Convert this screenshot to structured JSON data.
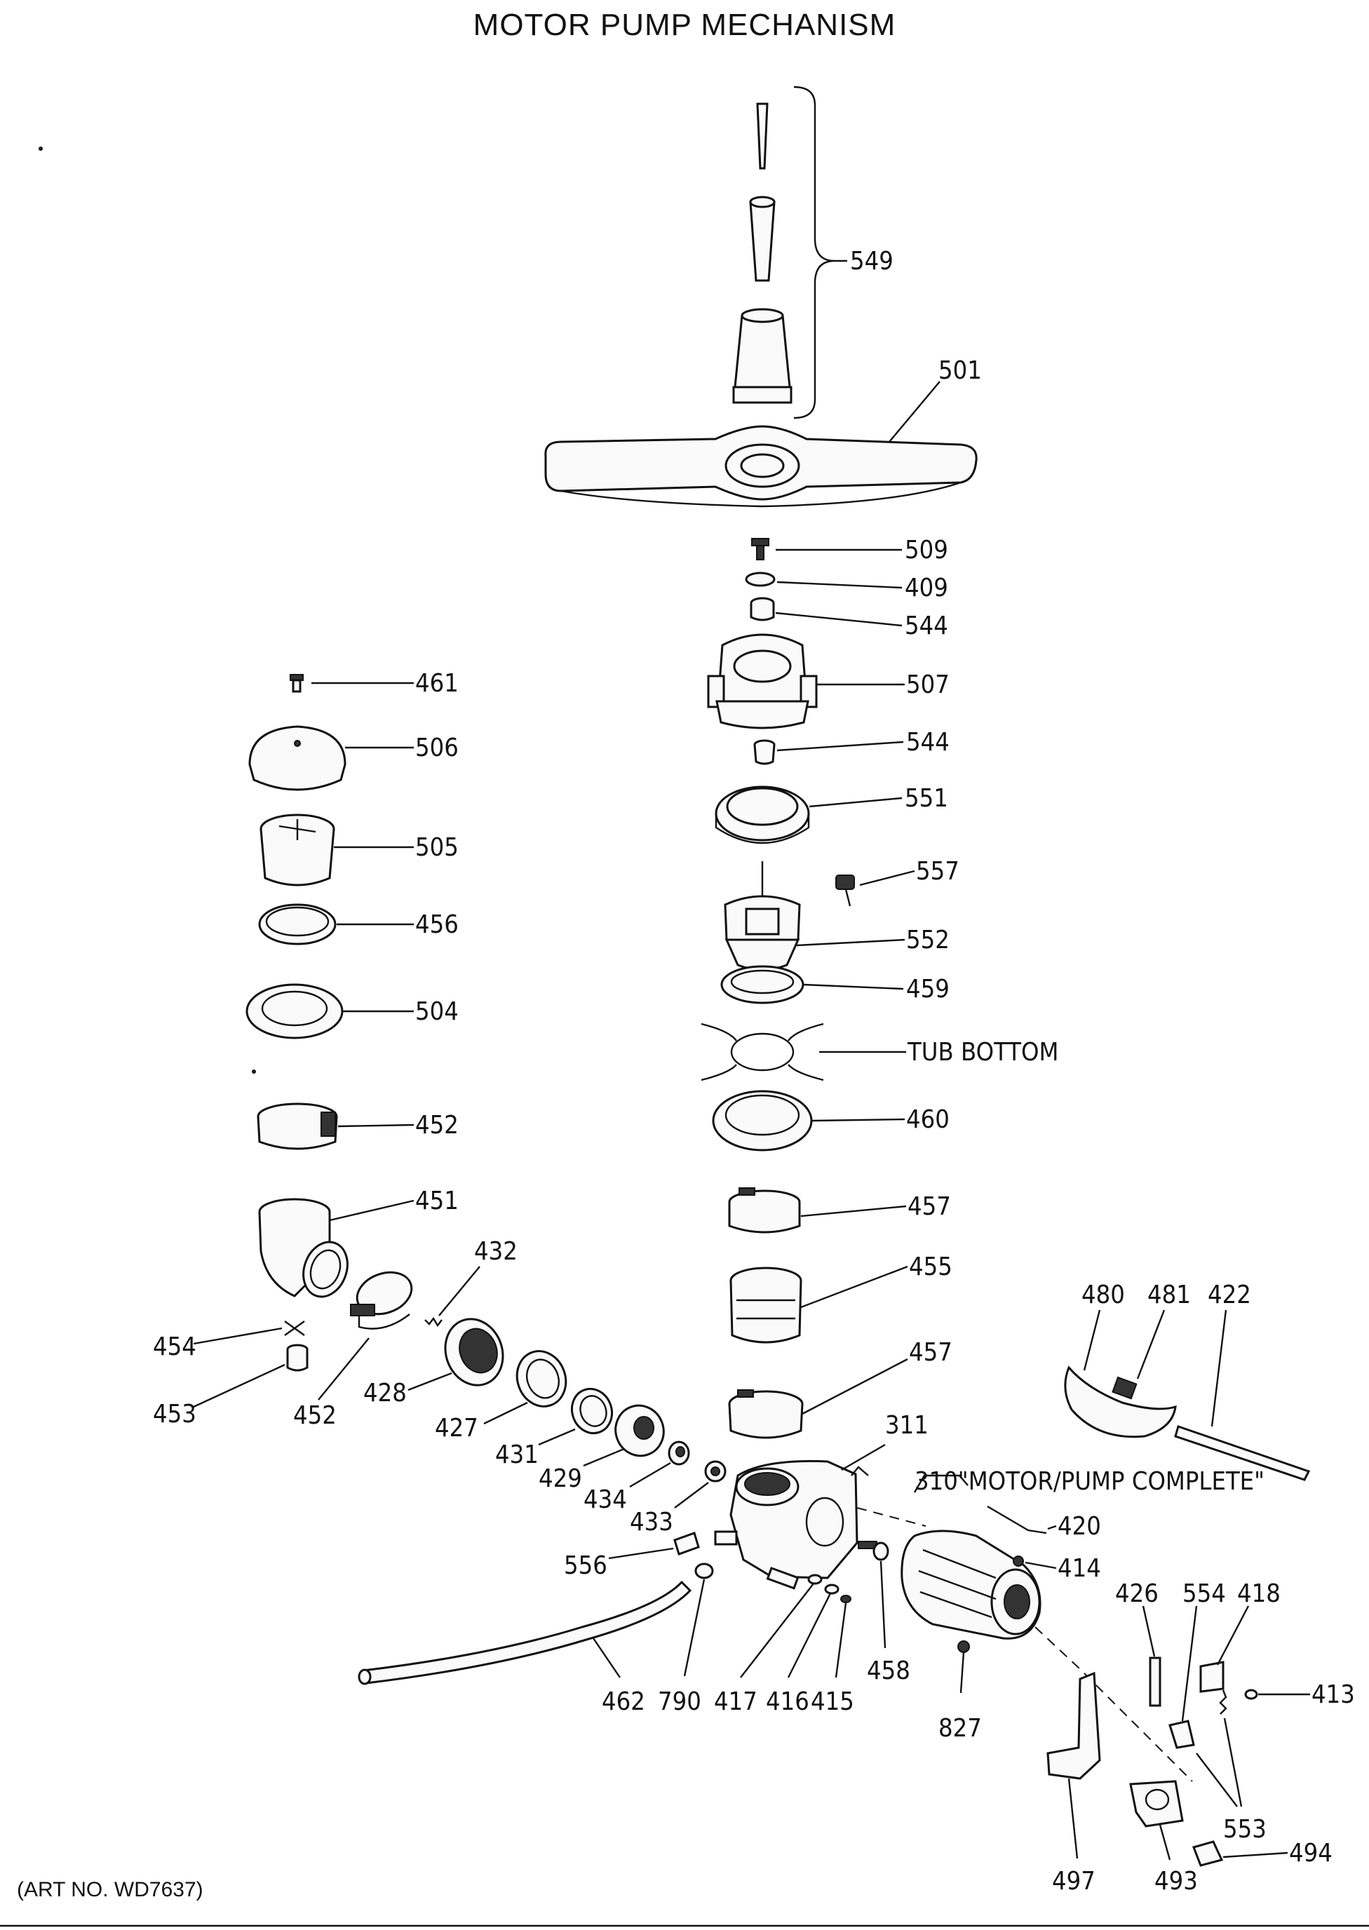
{
  "diagram": {
    "title": "MOTOR PUMP MECHANISM",
    "art_number": "(ART NO. WD7637)",
    "callouts": {
      "c549": "549",
      "c501": "501",
      "c509": "509",
      "c409": "409",
      "c544a": "544",
      "c507": "507",
      "c544b": "544",
      "c551": "551",
      "c557": "557",
      "c552": "552",
      "c459": "459",
      "tub_bottom": "TUB BOTTOM",
      "c460": "460",
      "c457a": "457",
      "c455": "455",
      "c457b": "457",
      "c461": "461",
      "c506": "506",
      "c505": "505",
      "c456": "456",
      "c504": "504",
      "c452a": "452",
      "c451": "451",
      "c432": "432",
      "c454": "454",
      "c453": "453",
      "c452b": "452",
      "c428": "428",
      "c427": "427",
      "c431": "431",
      "c429": "429",
      "c434": "434",
      "c433": "433",
      "c556": "556",
      "c311": "311",
      "c310": "310\"MOTOR/PUMP COMPLETE\"",
      "c420": "420",
      "c414": "414",
      "c480": "480",
      "c481": "481",
      "c422": "422",
      "c462": "462",
      "c790": "790",
      "c417": "417",
      "c416": "416",
      "c415": "415",
      "c458": "458",
      "c827": "827",
      "c426": "426",
      "c554": "554",
      "c418": "418",
      "c413": "413",
      "c553": "553",
      "c497": "497",
      "c493": "493",
      "c494": "494"
    }
  }
}
